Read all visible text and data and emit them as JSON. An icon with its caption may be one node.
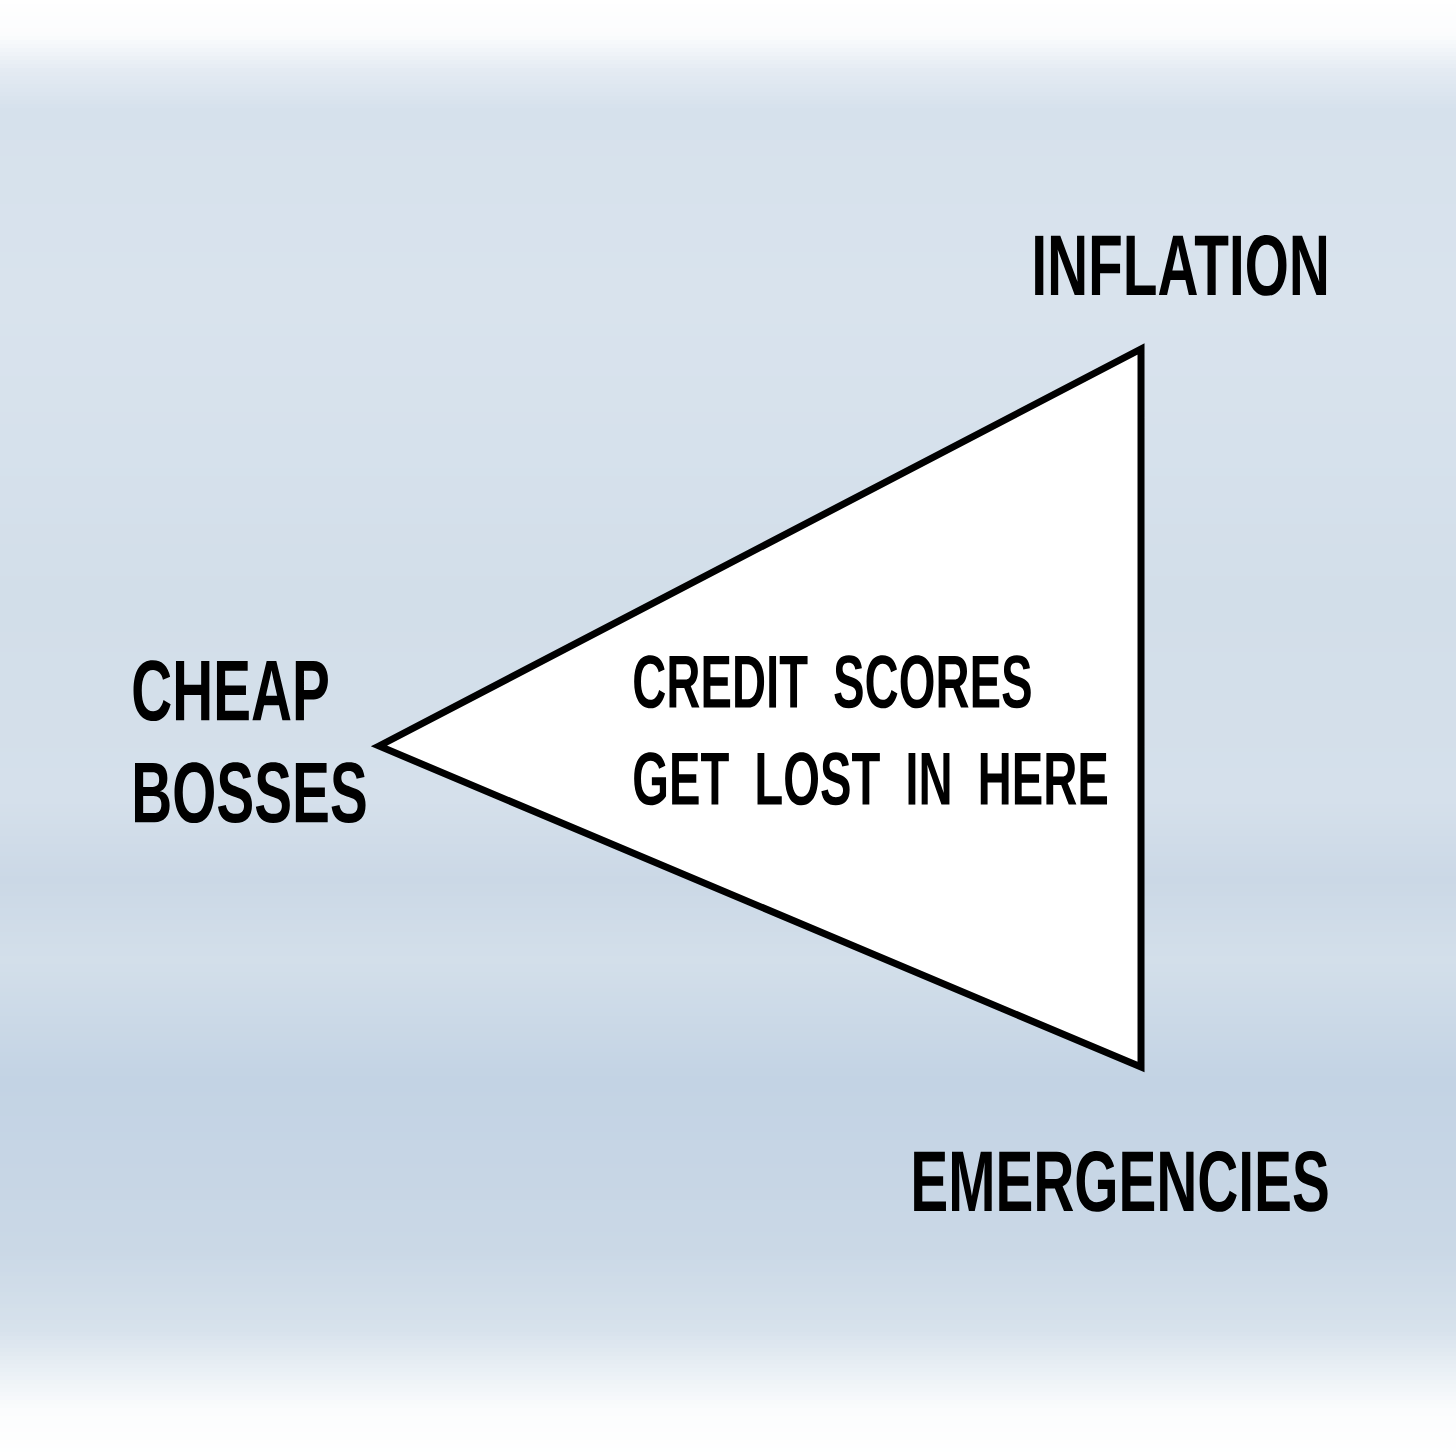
{
  "diagram": {
    "nodes": [
      {
        "text": [
          "CREDIT SCORES GET LOST IN HERE"
        ],
        "beside": [
          "INFLATION",
          "CHEAP BOSSES",
          "EMERGENCIES"
        ]
      }
    ]
  }
}
